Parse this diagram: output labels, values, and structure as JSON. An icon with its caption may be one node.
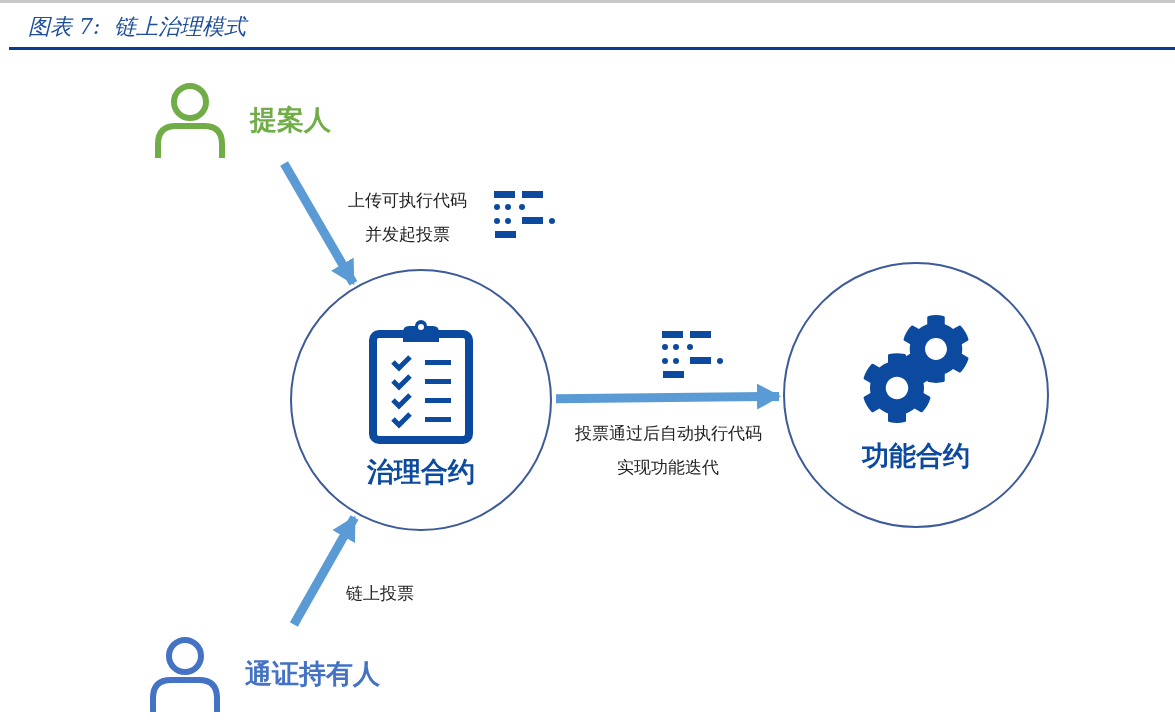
{
  "diagram": {
    "title": "图表 7:  链上治理模式",
    "nodes": [
      {
        "text": [
          "提案人"
        ]
      },
      {
        "text": [
          "治理合约"
        ]
      },
      {
        "text": [
          "功能合约"
        ]
      },
      {
        "text": [
          "通证持有人"
        ]
      }
    ],
    "edges": [
      {
        "from": 0,
        "to": 1,
        "arrow": "to",
        "label": "上传可执行代码并发起投票"
      },
      {
        "from": 1,
        "to": 2,
        "arrow": "to",
        "label": "投票通过后自动执行代码实现功能迭代"
      },
      {
        "from": 3,
        "to": 1,
        "arrow": "to",
        "label": "链上投票"
      }
    ]
  }
}
